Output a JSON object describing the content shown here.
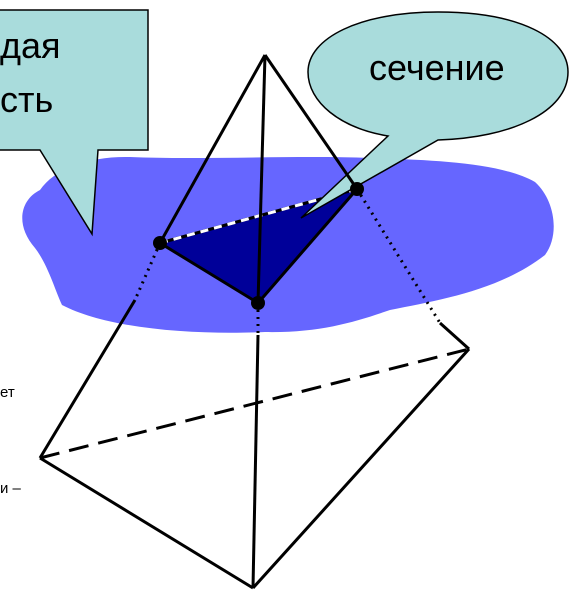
{
  "callouts": {
    "left_line1": "дая",
    "left_line2": "сть",
    "right": "сечение"
  },
  "side_text": {
    "line1": "ет",
    "line2": "и –"
  },
  "colors": {
    "plane_fill": "#6666ff",
    "section_fill": "#000099",
    "callout_fill": "#a9dcdc",
    "edge_stroke": "#000000"
  }
}
